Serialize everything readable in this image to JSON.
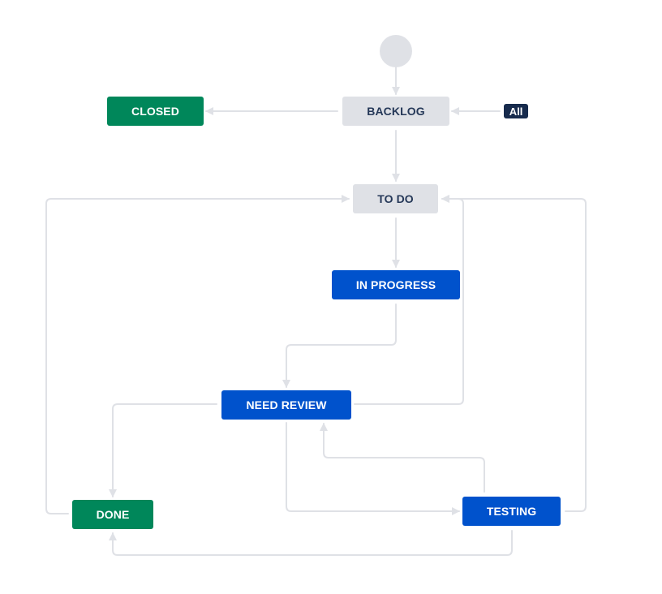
{
  "workflow": {
    "start_label": "",
    "all_label": "All",
    "statuses": {
      "backlog": "BACKLOG",
      "closed": "CLOSED",
      "todo": "TO DO",
      "in_progress": "IN PROGRESS",
      "need_review": "NEED REVIEW",
      "done": "DONE",
      "testing": "TESTING"
    },
    "status_categories": {
      "backlog": "to-do",
      "closed": "done",
      "todo": "to-do",
      "in_progress": "in-progress",
      "need_review": "in-progress",
      "done": "done",
      "testing": "in-progress"
    },
    "transitions": [
      {
        "from": "start",
        "to": "BACKLOG"
      },
      {
        "from": "BACKLOG",
        "to": "CLOSED"
      },
      {
        "from": "All",
        "to": "BACKLOG"
      },
      {
        "from": "BACKLOG",
        "to": "TO DO"
      },
      {
        "from": "TO DO",
        "to": "IN PROGRESS"
      },
      {
        "from": "IN PROGRESS",
        "to": "NEED REVIEW"
      },
      {
        "from": "NEED REVIEW",
        "to": "TO DO"
      },
      {
        "from": "NEED REVIEW",
        "to": "DONE"
      },
      {
        "from": "NEED REVIEW",
        "to": "TESTING"
      },
      {
        "from": "TESTING",
        "to": "NEED REVIEW"
      },
      {
        "from": "TESTING",
        "to": "TO DO"
      },
      {
        "from": "TESTING",
        "to": "DONE"
      },
      {
        "from": "DONE",
        "to": "TO DO"
      }
    ],
    "colors": {
      "todo_bg": "#dfe1e6",
      "todo_text": "#253858",
      "in_progress_bg": "#0052cc",
      "done_bg": "#00875a",
      "connector": "#dfe1e6",
      "badge_bg": "#172b4d"
    }
  }
}
